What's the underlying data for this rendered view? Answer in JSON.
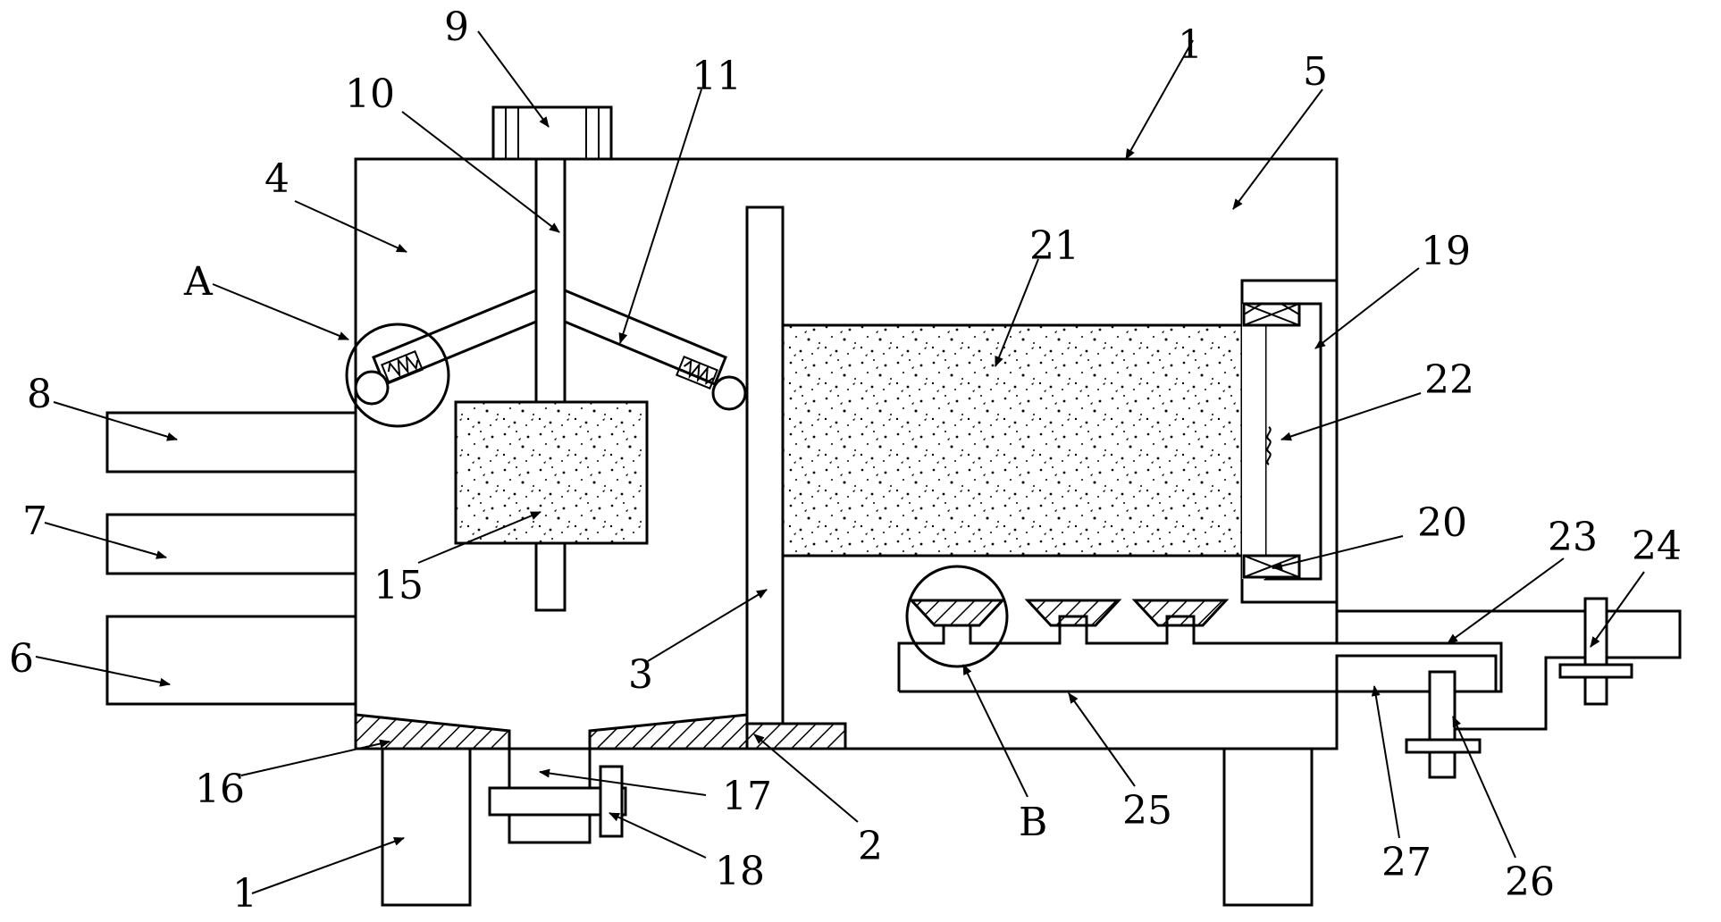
{
  "diagram": {
    "labels": [
      {
        "id": "lbl-1-top",
        "text": "1"
      },
      {
        "id": "lbl-1-bottom",
        "text": "1"
      },
      {
        "id": "lbl-2",
        "text": "2"
      },
      {
        "id": "lbl-3",
        "text": "3"
      },
      {
        "id": "lbl-4",
        "text": "4"
      },
      {
        "id": "lbl-5",
        "text": "5"
      },
      {
        "id": "lbl-6",
        "text": "6"
      },
      {
        "id": "lbl-7",
        "text": "7"
      },
      {
        "id": "lbl-8",
        "text": "8"
      },
      {
        "id": "lbl-9",
        "text": "9"
      },
      {
        "id": "lbl-10",
        "text": "10"
      },
      {
        "id": "lbl-11",
        "text": "11"
      },
      {
        "id": "lbl-15",
        "text": "15"
      },
      {
        "id": "lbl-16",
        "text": "16"
      },
      {
        "id": "lbl-17",
        "text": "17"
      },
      {
        "id": "lbl-18",
        "text": "18"
      },
      {
        "id": "lbl-19",
        "text": "19"
      },
      {
        "id": "lbl-20",
        "text": "20"
      },
      {
        "id": "lbl-21",
        "text": "21"
      },
      {
        "id": "lbl-22",
        "text": "22"
      },
      {
        "id": "lbl-23",
        "text": "23"
      },
      {
        "id": "lbl-24",
        "text": "24"
      },
      {
        "id": "lbl-25",
        "text": "25"
      },
      {
        "id": "lbl-26",
        "text": "26"
      },
      {
        "id": "lbl-27",
        "text": "27"
      },
      {
        "id": "lbl-A",
        "text": "A"
      },
      {
        "id": "lbl-B",
        "text": "B"
      }
    ]
  }
}
